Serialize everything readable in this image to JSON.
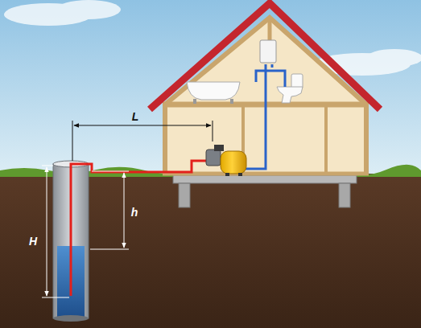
{
  "diagram": {
    "labels": [
      "L",
      "h",
      "H"
    ]
  }
}
